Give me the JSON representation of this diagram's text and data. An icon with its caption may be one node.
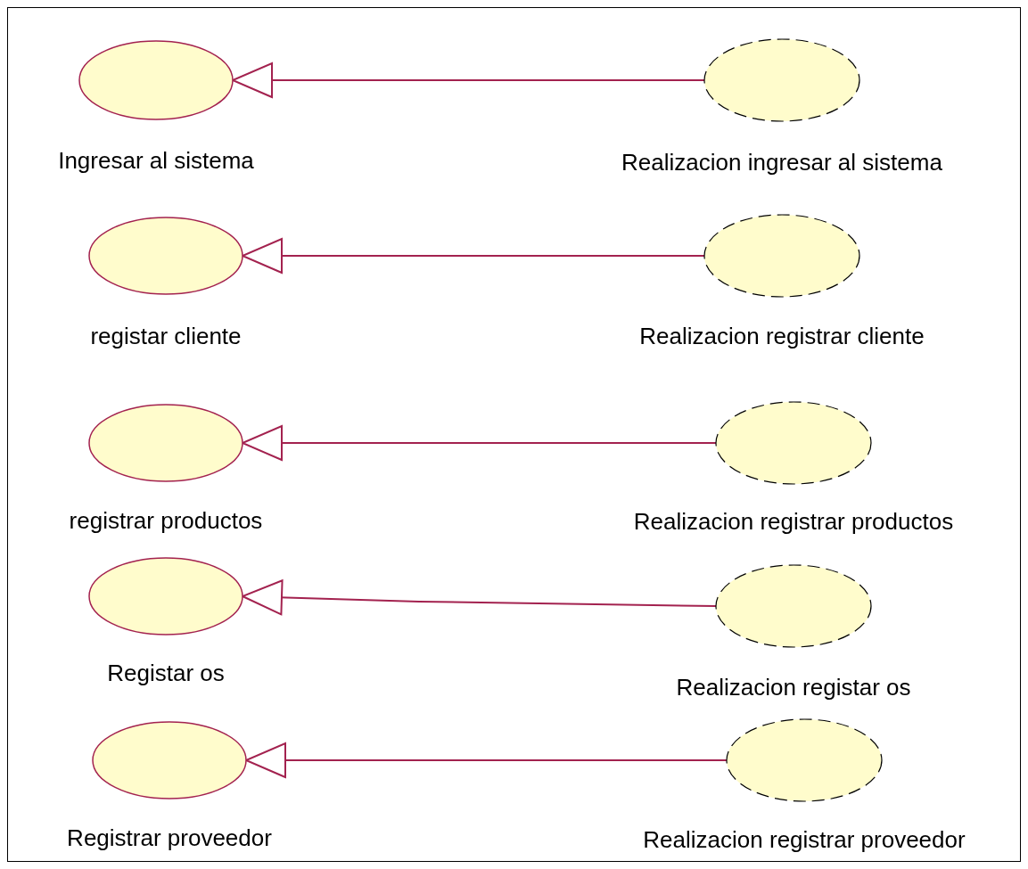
{
  "diagram": {
    "nodes": [
      {
        "text": [
          "Ingresar al sistema"
        ]
      },
      {
        "text": [
          "Realizacion ingresar al sistema"
        ]
      },
      {
        "text": [
          "registar cliente"
        ]
      },
      {
        "text": [
          "Realizacion registrar cliente"
        ]
      },
      {
        "text": [
          "registrar productos"
        ]
      },
      {
        "text": [
          "Realizacion registrar productos"
        ]
      },
      {
        "text": [
          "Registar os"
        ]
      },
      {
        "text": [
          "Realizacion registar os"
        ]
      },
      {
        "text": [
          "Registrar proveedor"
        ]
      },
      {
        "text": [
          "Realizacion registrar proveedor"
        ]
      }
    ],
    "edges": [
      {
        "from": 1,
        "to": 0,
        "arrow": "to"
      },
      {
        "from": 3,
        "to": 2,
        "arrow": "to"
      },
      {
        "from": 5,
        "to": 4,
        "arrow": "to"
      },
      {
        "from": 7,
        "to": 6,
        "arrow": "to"
      },
      {
        "from": 9,
        "to": 8,
        "arrow": "to"
      }
    ]
  }
}
